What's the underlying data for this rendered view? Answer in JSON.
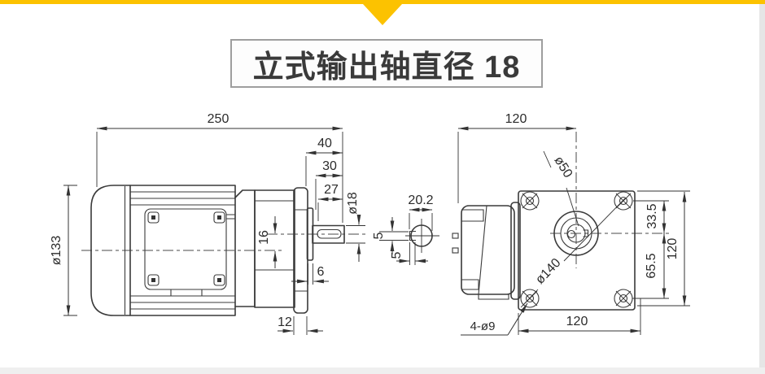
{
  "page": {
    "accent_yellow": "#FCC200",
    "line_color": "#3a3a3a",
    "title_border_color": "#9e9e9e"
  },
  "title": {
    "text": "立式输出轴直径 18"
  },
  "side_view": {
    "dims": {
      "overall_length": "250",
      "shaft_housing_length": "40",
      "shaft_step_length": "30",
      "key_length": "27",
      "shaft_diameter": "ø18",
      "motor_diameter": "ø133",
      "axis_offset": "16",
      "boss_width": "6",
      "flange_thickness": "12"
    }
  },
  "shaft_section": {
    "dims": {
      "across_keyway": "20.2",
      "key_width": "5",
      "key_depth": "5"
    }
  },
  "flange_view": {
    "dims": {
      "depth_to_axis": "120",
      "spigot_diameter": "ø50",
      "top_holes_to_axis": "33.5",
      "flange_height": "120",
      "axis_to_bottom_holes": "65.5",
      "bolt_circle_diameter": "ø140",
      "mounting_holes": "4-ø9",
      "hole_spacing": "120"
    }
  }
}
